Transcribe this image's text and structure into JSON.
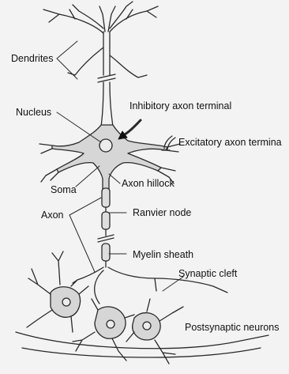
{
  "labels": {
    "dendrites": "Dendrites",
    "nucleus": "Nucleus",
    "inhibitory": "Inhibitory axon terminal",
    "excitatory": "Excitatory axon termina",
    "soma": "Soma",
    "hillock": "Axon hillock",
    "axon": "Axon",
    "ranvier": "Ranvier node",
    "myelin": "Myelin sheath",
    "cleft": "Synaptic cleft",
    "postsynaptic": "Postsynaptic neurons"
  },
  "colors": {
    "cell_fill": "#d6d6d6",
    "stroke": "#2a2a2a",
    "background": "#f3f3f3"
  }
}
